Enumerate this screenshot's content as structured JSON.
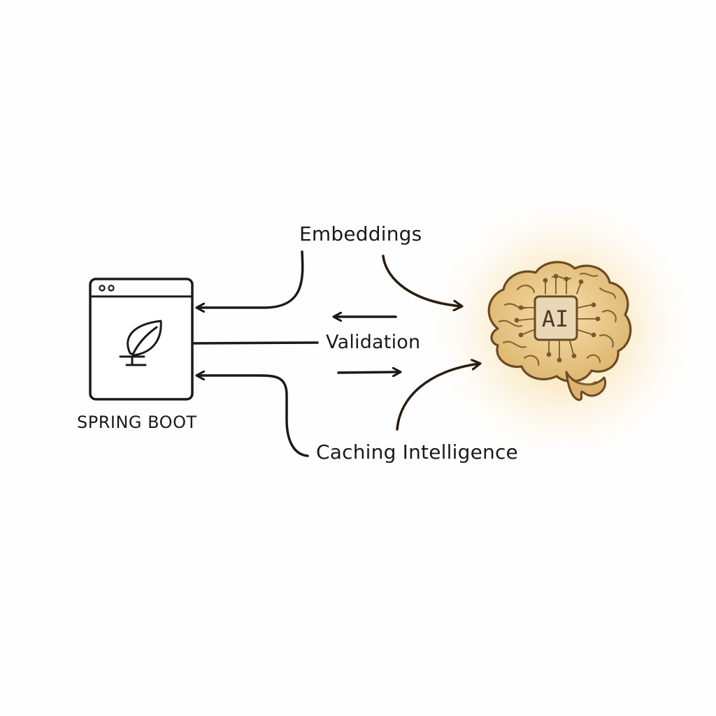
{
  "diagram": {
    "spring_label": "SPRING BOOT",
    "ai_label": "AI",
    "flows": {
      "embeddings": "Embeddings",
      "validation": "Validation",
      "caching": "Caching Intelligence"
    },
    "colors": {
      "ink": "#1a1a1a",
      "glow": "#f6c35a",
      "brain_fill": "#e9c98a",
      "brain_stroke": "#6a4a25",
      "chip_fill": "#e6d6b4"
    },
    "icons": {
      "app": "browser-window-icon",
      "leaf": "leaf-icon",
      "brain": "brain-icon",
      "chip": "ai-chip-icon"
    }
  }
}
